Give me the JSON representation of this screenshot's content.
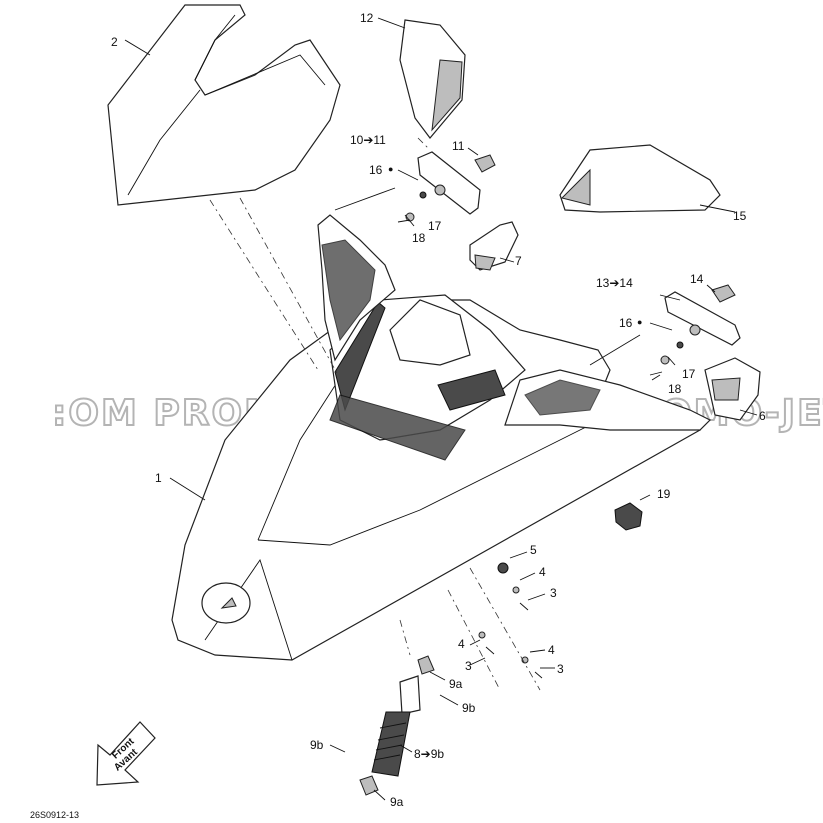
{
  "watermark": ":OM   PROMO-JETSKI.COM   PROMO-JETSKI",
  "drawing_number": "26S0912-13",
  "direction_arrow": {
    "line1": "Front",
    "line2": "Avant"
  },
  "callouts": {
    "c1": "1",
    "c2": "2",
    "c3a": "3",
    "c3b": "3",
    "c3c": "3",
    "c4a": "4",
    "c4b": "4",
    "c4c": "4",
    "c5": "5",
    "c6": "6",
    "c7": "7",
    "c8": "8➔9b",
    "c9a_top": "9a",
    "c9b_top": "9b",
    "c9b_left": "9b",
    "c9a_bottom": "9a",
    "c10": "10➔11",
    "c11": "11",
    "c12": "12",
    "c13": "13➔14",
    "c14": "14",
    "c15": "15",
    "c16a": "16",
    "c16b": "16",
    "c17a": "17",
    "c17b": "17",
    "c18a": "18",
    "c18b": "18",
    "c19": "19"
  }
}
